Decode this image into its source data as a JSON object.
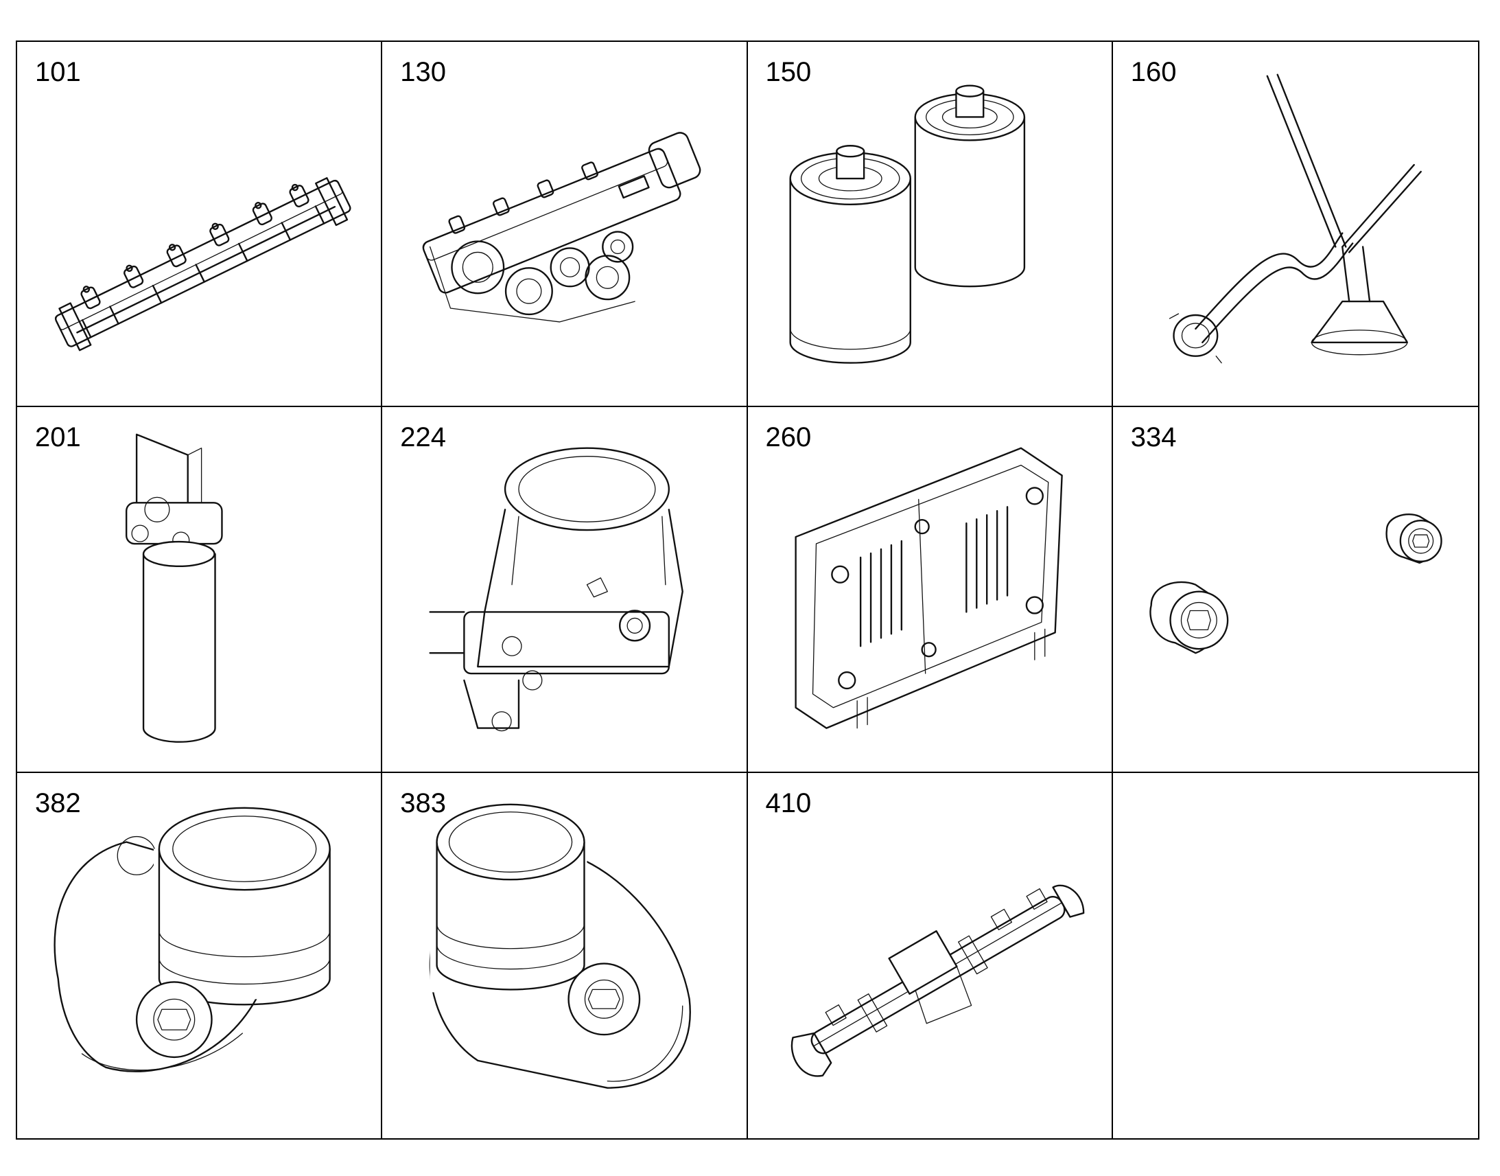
{
  "parts": [
    {
      "number": "101",
      "icon": "intake-manifold-rail-icon"
    },
    {
      "number": "130",
      "icon": "intake-manifold-icon"
    },
    {
      "number": "150",
      "icon": "twin-filter-cartridges-icon"
    },
    {
      "number": "160",
      "icon": "oil-suction-pipe-icon"
    },
    {
      "number": "201",
      "icon": "fuel-filter-with-bracket-icon"
    },
    {
      "number": "224",
      "icon": "air-duct-housing-icon"
    },
    {
      "number": "260",
      "icon": "cover-plate-icon"
    },
    {
      "number": "334",
      "icon": "screw-plugs-icon"
    },
    {
      "number": "382",
      "icon": "turbo-housing-left-icon"
    },
    {
      "number": "383",
      "icon": "turbo-housing-right-icon"
    },
    {
      "number": "410",
      "icon": "exhaust-manifold-icon"
    },
    {
      "number": "",
      "icon": ""
    }
  ]
}
